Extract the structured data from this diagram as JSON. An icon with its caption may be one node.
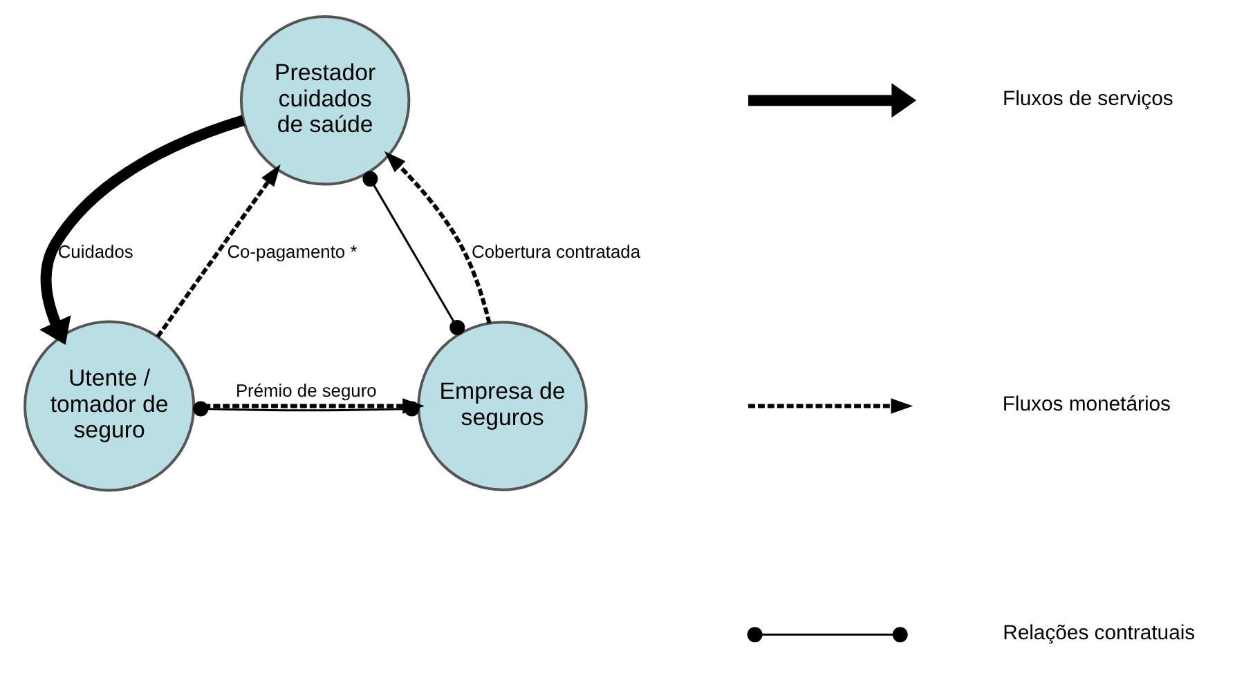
{
  "diagram": {
    "nodes": [
      {
        "text": [
          "Prestador cuidados de saúde"
        ]
      },
      {
        "text": [
          "Utente / tomador de seguro"
        ]
      },
      {
        "text": [
          "Empresa de seguros"
        ]
      }
    ],
    "edges": [
      {
        "from": 0,
        "to": 1,
        "arrow": "to",
        "label": "Cuidados",
        "style": "thick"
      },
      {
        "from": 1,
        "to": 0,
        "arrow": "to",
        "label": "Co-pagamento *",
        "style": "dashed"
      },
      {
        "from": 2,
        "to": 0,
        "arrow": "to",
        "label": "Cobertura contratada",
        "style": "dashed"
      },
      {
        "from": 0,
        "to": 2,
        "arrow": "other"
      },
      {
        "from": 1,
        "to": 2,
        "arrow": "other"
      },
      {
        "from": 1,
        "to": 2,
        "arrow": "to",
        "label": "Prémio de seguro",
        "style": "dashed"
      }
    ],
    "legend": [
      {
        "text": "Fluxos de serviços"
      },
      {
        "text": "Fluxos monetários"
      },
      {
        "text": "Relações contratuais"
      }
    ]
  }
}
